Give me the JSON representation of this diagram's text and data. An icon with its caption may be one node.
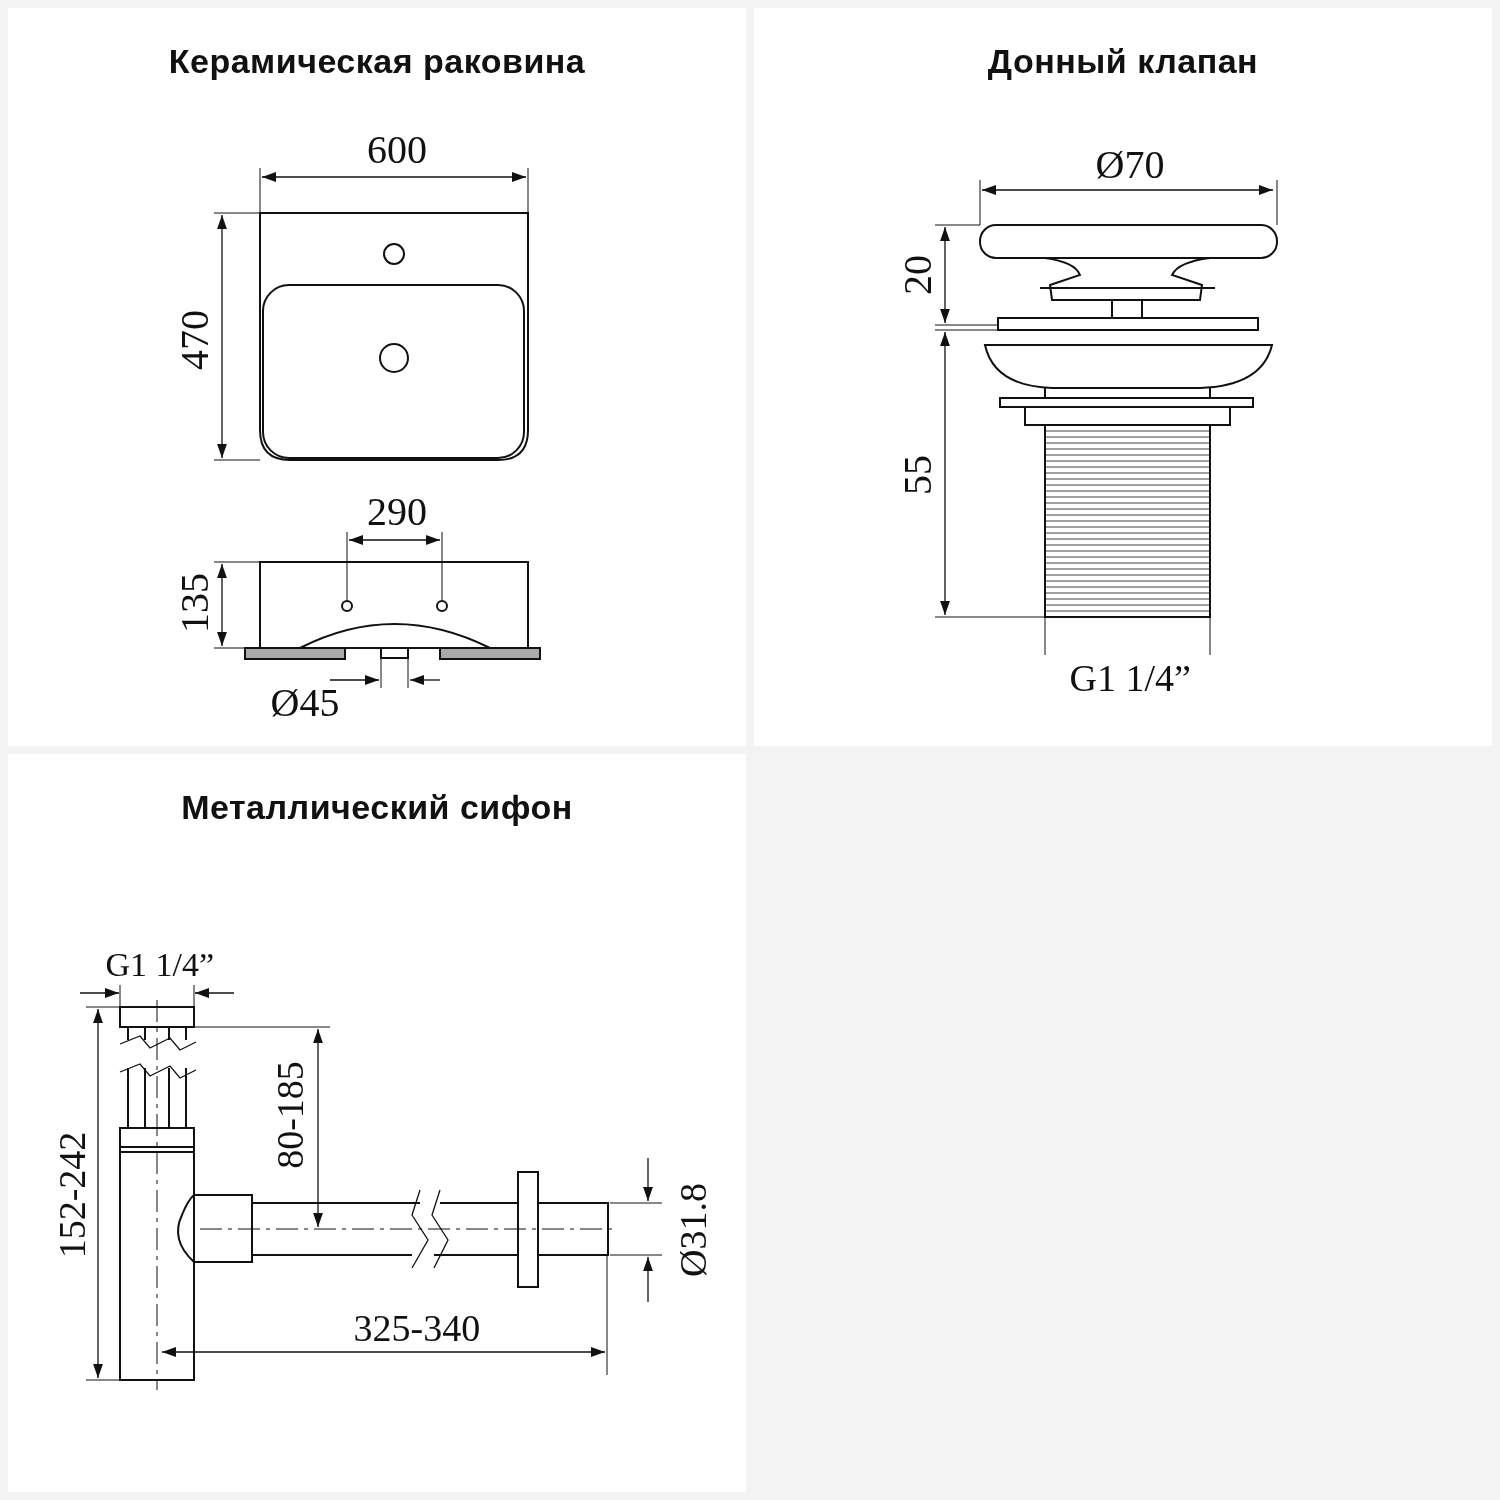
{
  "diagram": {
    "nodes": [
      {
        "text": [
          "Керамическая раковина"
        ]
      },
      {
        "text": [
          "Донный клапан"
        ]
      },
      {
        "text": [
          "Металлический сифон"
        ]
      }
    ],
    "labels": [
      "600",
      "470",
      "290",
      "135",
      "Ø45",
      "Ø70",
      "20",
      "55",
      "G1 1/4”",
      "G1 1/4”",
      "80-185",
      "152-242",
      "Ø31.8",
      "325-340"
    ]
  }
}
